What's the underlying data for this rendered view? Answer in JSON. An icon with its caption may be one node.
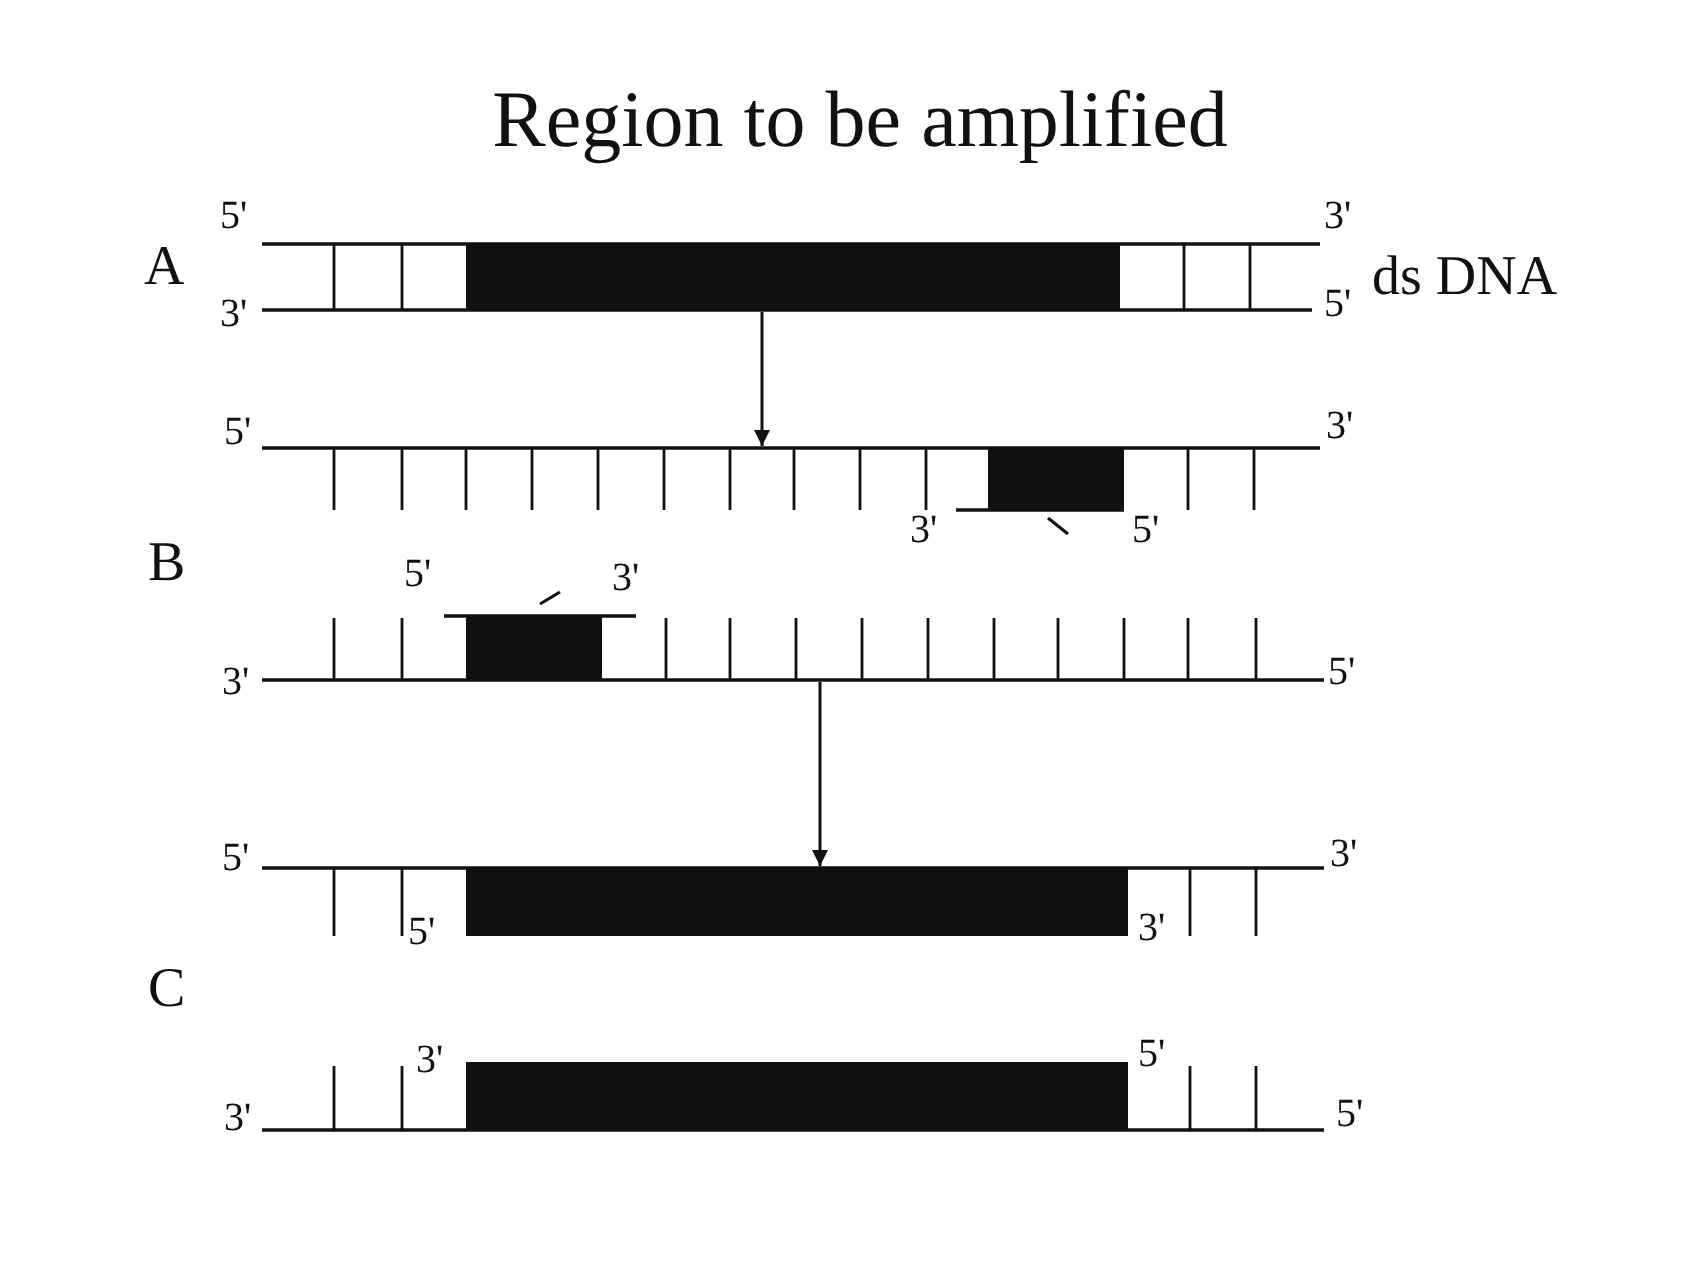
{
  "diagram": {
    "title": "Region to be amplified",
    "nodes": [
      {
        "text": [],
        "shape": "ladder"
      },
      {
        "text": [],
        "shape": "bar",
        "in": 0
      },
      {
        "text": [],
        "shape": "ladder"
      },
      {
        "text": [],
        "shape": "ladder"
      },
      {
        "text": [],
        "shape": "bar",
        "in": 3
      },
      {
        "text": [],
        "shape": "bar",
        "in": 3
      }
    ],
    "edges": [
      {
        "from": 0,
        "to": 2,
        "arrow": "to"
      },
      {
        "from": 2,
        "to": 3,
        "arrow": "to"
      }
    ],
    "labels": [
      "5'",
      "3'",
      "A",
      "ds DNA",
      "3'",
      "5'",
      "5'",
      "3'",
      "3'",
      "5'",
      "B",
      "5'",
      "3'",
      "3'",
      "5'",
      "5'",
      "3'",
      "5'",
      "3'",
      "C",
      "3'",
      "5'",
      "3'",
      "5'"
    ]
  }
}
